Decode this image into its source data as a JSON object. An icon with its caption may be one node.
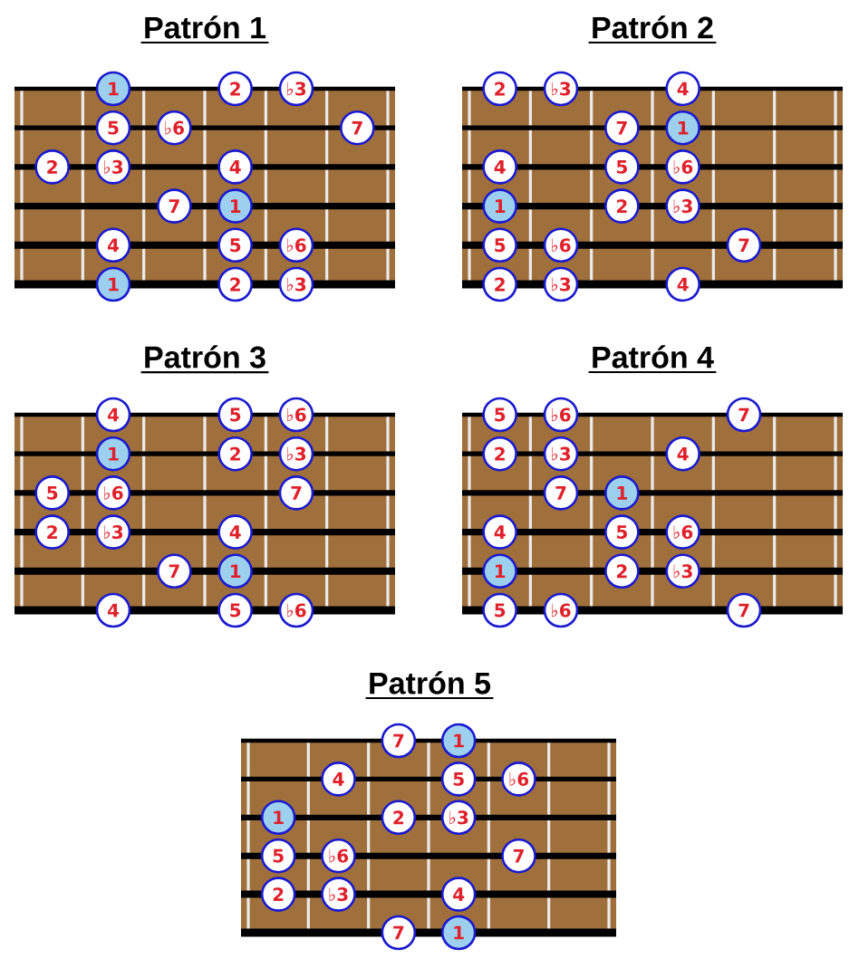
{
  "diagram": {
    "nodes": [
      {
        "text": [
          "Patrón 1"
        ]
      },
      {
        "text": [
          "1"
        ],
        "in": 0
      },
      {
        "text": [
          "2"
        ],
        "in": 0
      },
      {
        "text": [
          "♭3"
        ],
        "in": 0
      },
      {
        "text": [
          "5"
        ],
        "in": 0
      },
      {
        "text": [
          "♭6"
        ],
        "in": 0
      },
      {
        "text": [
          "7"
        ],
        "in": 0
      },
      {
        "text": [
          "2"
        ],
        "in": 0
      },
      {
        "text": [
          "♭3"
        ],
        "in": 0
      },
      {
        "text": [
          "4"
        ],
        "in": 0
      },
      {
        "text": [
          "7"
        ],
        "in": 0
      },
      {
        "text": [
          "1"
        ],
        "in": 0
      },
      {
        "text": [
          "4"
        ],
        "in": 0
      },
      {
        "text": [
          "5"
        ],
        "in": 0
      },
      {
        "text": [
          "♭6"
        ],
        "in": 0
      },
      {
        "text": [
          "1"
        ],
        "in": 0
      },
      {
        "text": [
          "2"
        ],
        "in": 0
      },
      {
        "text": [
          "♭3"
        ],
        "in": 0
      },
      {
        "text": [
          "Patrón 2"
        ]
      },
      {
        "text": [
          "2"
        ],
        "in": 18
      },
      {
        "text": [
          "♭3"
        ],
        "in": 18
      },
      {
        "text": [
          "4"
        ],
        "in": 18
      },
      {
        "text": [
          "7"
        ],
        "in": 18
      },
      {
        "text": [
          "1"
        ],
        "in": 18
      },
      {
        "text": [
          "4"
        ],
        "in": 18
      },
      {
        "text": [
          "5"
        ],
        "in": 18
      },
      {
        "text": [
          "♭6"
        ],
        "in": 18
      },
      {
        "text": [
          "1"
        ],
        "in": 18
      },
      {
        "text": [
          "2"
        ],
        "in": 18
      },
      {
        "text": [
          "♭3"
        ],
        "in": 18
      },
      {
        "text": [
          "5"
        ],
        "in": 18
      },
      {
        "text": [
          "♭6"
        ],
        "in": 18
      },
      {
        "text": [
          "7"
        ],
        "in": 18
      },
      {
        "text": [
          "2"
        ],
        "in": 18
      },
      {
        "text": [
          "♭3"
        ],
        "in": 18
      },
      {
        "text": [
          "4"
        ],
        "in": 18
      },
      {
        "text": [
          "Patrón 3"
        ]
      },
      {
        "text": [
          "4"
        ],
        "in": 36
      },
      {
        "text": [
          "5"
        ],
        "in": 36
      },
      {
        "text": [
          "♭6"
        ],
        "in": 36
      },
      {
        "text": [
          "1"
        ],
        "in": 36
      },
      {
        "text": [
          "2"
        ],
        "in": 36
      },
      {
        "text": [
          "♭3"
        ],
        "in": 36
      },
      {
        "text": [
          "5"
        ],
        "in": 36
      },
      {
        "text": [
          "♭6"
        ],
        "in": 36
      },
      {
        "text": [
          "7"
        ],
        "in": 36
      },
      {
        "text": [
          "2"
        ],
        "in": 36
      },
      {
        "text": [
          "♭3"
        ],
        "in": 36
      },
      {
        "text": [
          "4"
        ],
        "in": 36
      },
      {
        "text": [
          "7"
        ],
        "in": 36
      },
      {
        "text": [
          "1"
        ],
        "in": 36
      },
      {
        "text": [
          "4"
        ],
        "in": 36
      },
      {
        "text": [
          "5"
        ],
        "in": 36
      },
      {
        "text": [
          "♭6"
        ],
        "in": 36
      },
      {
        "text": [
          "Patrón 4"
        ]
      },
      {
        "text": [
          "5"
        ],
        "in": 54
      },
      {
        "text": [
          "♭6"
        ],
        "in": 54
      },
      {
        "text": [
          "7"
        ],
        "in": 54
      },
      {
        "text": [
          "2"
        ],
        "in": 54
      },
      {
        "text": [
          "♭3"
        ],
        "in": 54
      },
      {
        "text": [
          "4"
        ],
        "in": 54
      },
      {
        "text": [
          "7"
        ],
        "in": 54
      },
      {
        "text": [
          "1"
        ],
        "in": 54
      },
      {
        "text": [
          "4"
        ],
        "in": 54
      },
      {
        "text": [
          "5"
        ],
        "in": 54
      },
      {
        "text": [
          "♭6"
        ],
        "in": 54
      },
      {
        "text": [
          "1"
        ],
        "in": 54
      },
      {
        "text": [
          "2"
        ],
        "in": 54
      },
      {
        "text": [
          "♭3"
        ],
        "in": 54
      },
      {
        "text": [
          "5"
        ],
        "in": 54
      },
      {
        "text": [
          "♭6"
        ],
        "in": 54
      },
      {
        "text": [
          "7"
        ],
        "in": 54
      },
      {
        "text": [
          "Patrón 5"
        ]
      },
      {
        "text": [
          "7"
        ],
        "in": 72
      },
      {
        "text": [
          "1"
        ],
        "in": 72
      },
      {
        "text": [
          "4"
        ],
        "in": 72
      },
      {
        "text": [
          "5"
        ],
        "in": 72
      },
      {
        "text": [
          "♭6"
        ],
        "in": 72
      },
      {
        "text": [
          "1"
        ],
        "in": 72
      },
      {
        "text": [
          "2"
        ],
        "in": 72
      },
      {
        "text": [
          "♭3"
        ],
        "in": 72
      },
      {
        "text": [
          "5"
        ],
        "in": 72
      },
      {
        "text": [
          "♭6"
        ],
        "in": 72
      },
      {
        "text": [
          "7"
        ],
        "in": 72
      },
      {
        "text": [
          "2"
        ],
        "in": 72
      },
      {
        "text": [
          "♭3"
        ],
        "in": 72
      },
      {
        "text": [
          "4"
        ],
        "in": 72
      },
      {
        "text": [
          "7"
        ],
        "in": 72
      },
      {
        "text": [
          "1"
        ],
        "in": 72
      }
    ]
  }
}
